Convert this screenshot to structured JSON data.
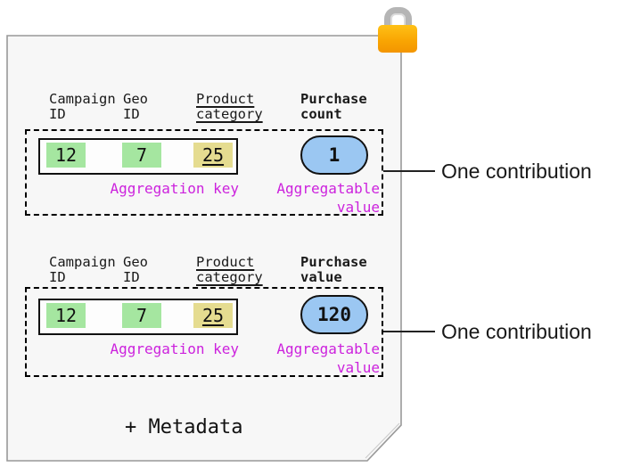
{
  "colors": {
    "page_background": "#f7f7f7",
    "page_border": "#999999",
    "key_cell_green": "#a5e6a0",
    "key_cell_yellow": "#e5dc90",
    "value_pill_blue": "#9bc7f2",
    "label_magenta": "#cc22dd",
    "lock_body_orange": "#f9a603",
    "lock_shackle_gray": "#b5b5b5"
  },
  "icons": {
    "lock": "padlock-icon"
  },
  "contributions": [
    {
      "columns": [
        {
          "line1": "Campaign",
          "line2": "ID"
        },
        {
          "line1": "Geo",
          "line2": "ID"
        },
        {
          "line1": "Product",
          "line2": "category"
        },
        {
          "line1": "Purchase",
          "line2": "count"
        }
      ],
      "key_values": [
        {
          "value": "12"
        },
        {
          "value": "7"
        },
        {
          "value": "25"
        }
      ],
      "aggregatable_value": "1",
      "key_label": "Aggregation key",
      "value_label": "Aggregatable\nvalue",
      "annotation": "One contribution"
    },
    {
      "columns": [
        {
          "line1": "Campaign",
          "line2": "ID"
        },
        {
          "line1": "Geo",
          "line2": "ID"
        },
        {
          "line1": "Product",
          "line2": "category"
        },
        {
          "line1": "Purchase",
          "line2": "value"
        }
      ],
      "key_values": [
        {
          "value": "12"
        },
        {
          "value": "7"
        },
        {
          "value": "25"
        }
      ],
      "aggregatable_value": "120",
      "key_label": "Aggregation key",
      "value_label": "Aggregatable\nvalue",
      "annotation": "One contribution"
    }
  ],
  "footer": {
    "metadata_label": "+ Metadata"
  }
}
